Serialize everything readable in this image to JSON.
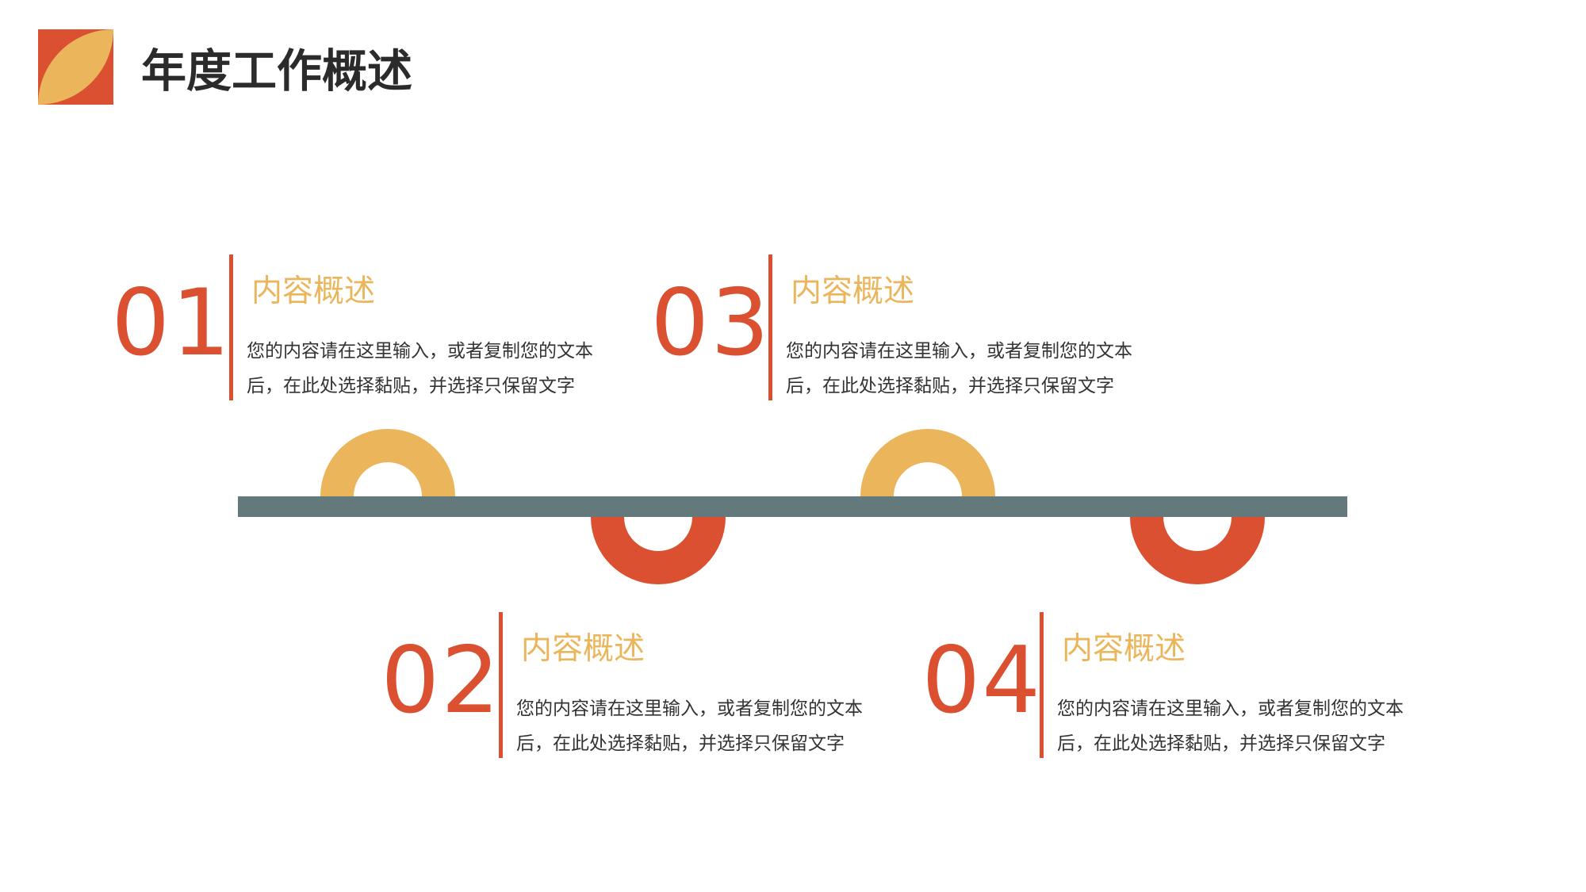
{
  "header": {
    "logo_icon": "leaf-logo-icon",
    "title": "年度工作概述"
  },
  "colors": {
    "accent_red": "#da5030",
    "accent_yellow": "#ebb55b",
    "timeline_bar": "#64797c",
    "title_text": "#2b2b2b",
    "body_text": "#333333"
  },
  "items": [
    {
      "number": "01",
      "heading": "内容概述",
      "body_line1": "您的内容请在这里输入，或者复制您的文本",
      "body_line2": "后，在此处选择黏贴，并选择只保留文字"
    },
    {
      "number": "02",
      "heading": "内容概述",
      "body_line1": "您的内容请在这里输入，或者复制您的文本",
      "body_line2": "后，在此处选择黏贴，并选择只保留文字"
    },
    {
      "number": "03",
      "heading": "内容概述",
      "body_line1": "您的内容请在这里输入，或者复制您的文本",
      "body_line2": "后，在此处选择黏贴，并选择只保留文字"
    },
    {
      "number": "04",
      "heading": "内容概述",
      "body_line1": "您的内容请在这里输入，或者复制您的文本",
      "body_line2": "后，在此处选择黏贴，并选择只保留文字"
    }
  ]
}
